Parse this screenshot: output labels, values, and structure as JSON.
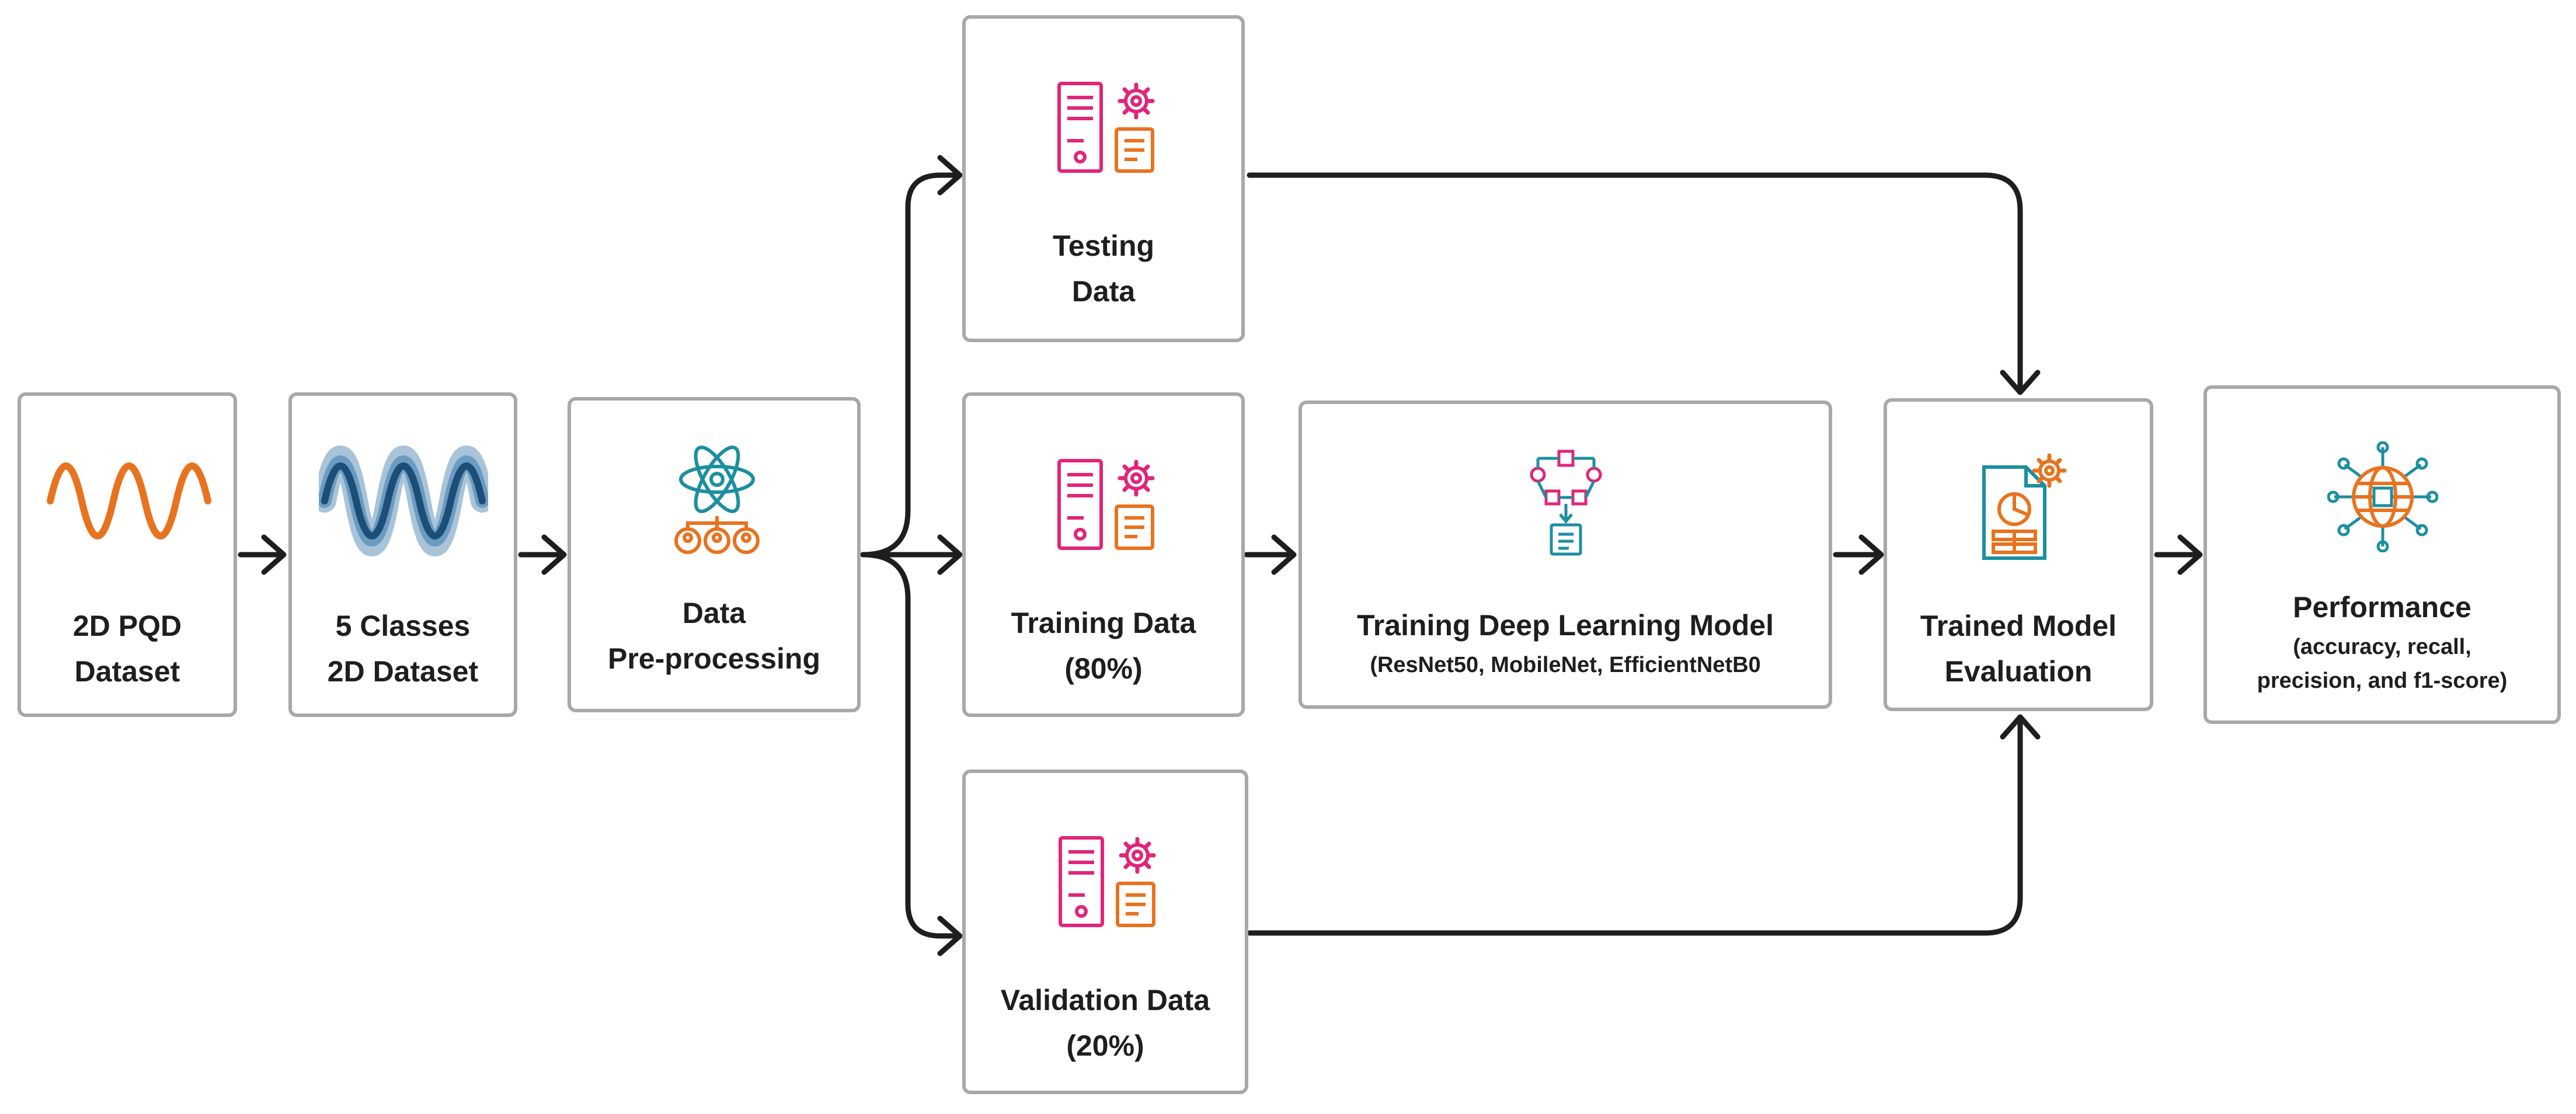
{
  "diagram": {
    "nodes": {
      "dataset": {
        "line1": "2D PQD",
        "line2": "Dataset"
      },
      "classes": {
        "line1": "5 Classes",
        "line2": "2D  Dataset"
      },
      "preprocessing": {
        "line1": "Data",
        "line2": "Pre-processing"
      },
      "testing": {
        "line1": "Testing",
        "line2": "Data"
      },
      "training": {
        "line1": "Training Data",
        "line2": "(80%)"
      },
      "validation": {
        "line1": "Validation Data",
        "line2": "(20%)"
      },
      "model": {
        "line1": "Training Deep Learning Model",
        "line2": "(ResNet50, MobileNet, EfficientNetB0"
      },
      "evaluation": {
        "line1": "Trained Model",
        "line2": "Evaluation"
      },
      "performance": {
        "line1": "Performance",
        "line2": "(accuracy, recall,",
        "line3": "precision, and f1-score)"
      }
    },
    "edges": [
      {
        "from": "dataset",
        "to": "classes"
      },
      {
        "from": "classes",
        "to": "preprocessing"
      },
      {
        "from": "preprocessing",
        "to": "testing"
      },
      {
        "from": "preprocessing",
        "to": "training"
      },
      {
        "from": "preprocessing",
        "to": "validation"
      },
      {
        "from": "training",
        "to": "model"
      },
      {
        "from": "model",
        "to": "evaluation"
      },
      {
        "from": "testing",
        "to": "evaluation"
      },
      {
        "from": "validation",
        "to": "evaluation"
      },
      {
        "from": "evaluation",
        "to": "performance"
      }
    ],
    "colors": {
      "orange": "#e8731f",
      "pink": "#e0257a",
      "teal": "#1b8fa0",
      "navy": "#1d4e78",
      "light_blue": "#a9c4d9",
      "border": "#a8a8a8",
      "arrow": "#1e1e1e"
    },
    "icons": {
      "dataset": "sine-wave-icon",
      "classes": "layered-wave-icon",
      "preprocessing": "atom-people-icon",
      "data_split": "server-document-gear-icon",
      "model": "neural-network-flow-icon",
      "evaluation": "report-chart-gear-icon",
      "performance": "globe-network-icon"
    }
  }
}
